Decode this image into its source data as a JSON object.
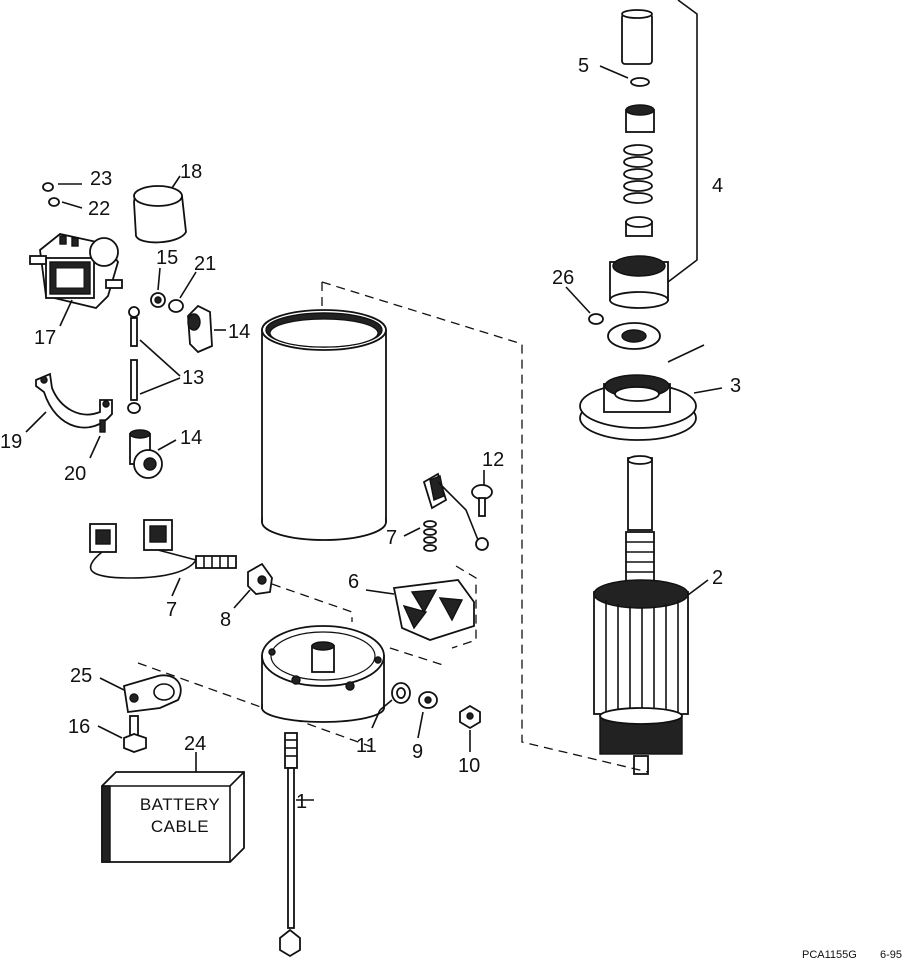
{
  "callouts": {
    "c1": "1",
    "c2": "2",
    "c3": "3",
    "c4": "4",
    "c5": "5",
    "c6": "6",
    "c7a": "7",
    "c7b": "7",
    "c8": "8",
    "c9": "9",
    "c10": "10",
    "c11": "11",
    "c12": "12",
    "c13": "13",
    "c14a": "14",
    "c14b": "14",
    "c15": "15",
    "c16": "16",
    "c17": "17",
    "c18": "18",
    "c19": "19",
    "c20": "20",
    "c21": "21",
    "c22": "22",
    "c23": "23",
    "c24": "24",
    "c25": "25",
    "c26": "26"
  },
  "battery_box": {
    "line1": "BATTERY",
    "line2": "CABLE"
  },
  "footer": {
    "code": "PCA1155G",
    "date": "6-95"
  }
}
